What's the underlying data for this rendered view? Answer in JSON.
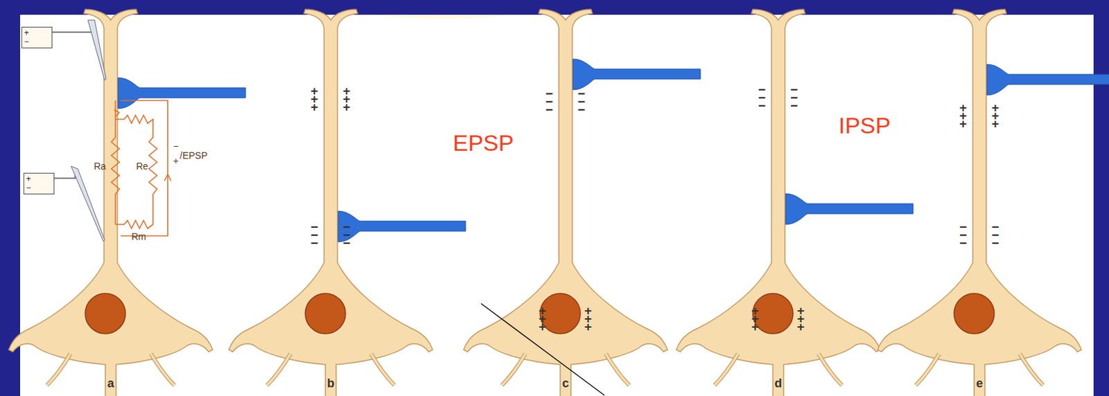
{
  "diagram": {
    "nodes": [
      {
        "text": [
          "+",
          "−"
        ]
      },
      {
        "text": [
          "+",
          "−"
        ]
      }
    ],
    "labels": [
      "EPSP",
      "IPSP",
      "Ra",
      "Re",
      "Rm",
      "−",
      "+",
      "/EPSP",
      "+++",
      "+++",
      "−−−",
      "−−−",
      "−−−",
      "−−−",
      "+++",
      "+++",
      "−−−",
      "−−−",
      "+++",
      "+++",
      "+++",
      "+++",
      "−−−",
      "−−−",
      "a",
      "b",
      "c",
      "d",
      "e"
    ]
  }
}
